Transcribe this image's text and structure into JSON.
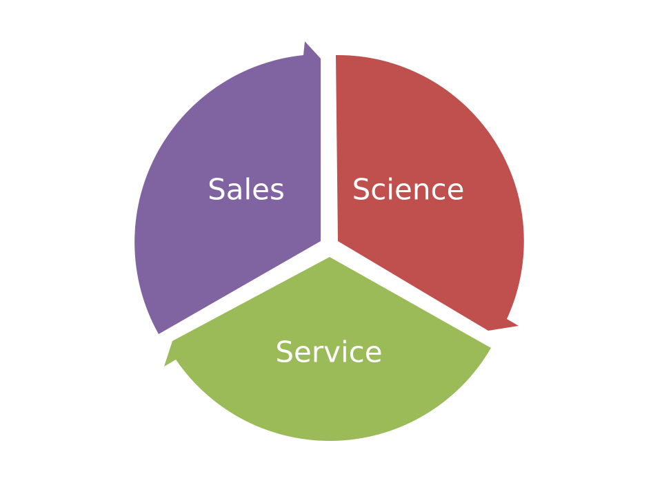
{
  "diagram": {
    "type": "cycle",
    "segments": [
      {
        "id": "sales",
        "label": "Sales",
        "color": "#8064A2"
      },
      {
        "id": "science",
        "label": "Science",
        "color": "#C0504D"
      },
      {
        "id": "service",
        "label": "Service",
        "color": "#9BBB59"
      }
    ]
  }
}
